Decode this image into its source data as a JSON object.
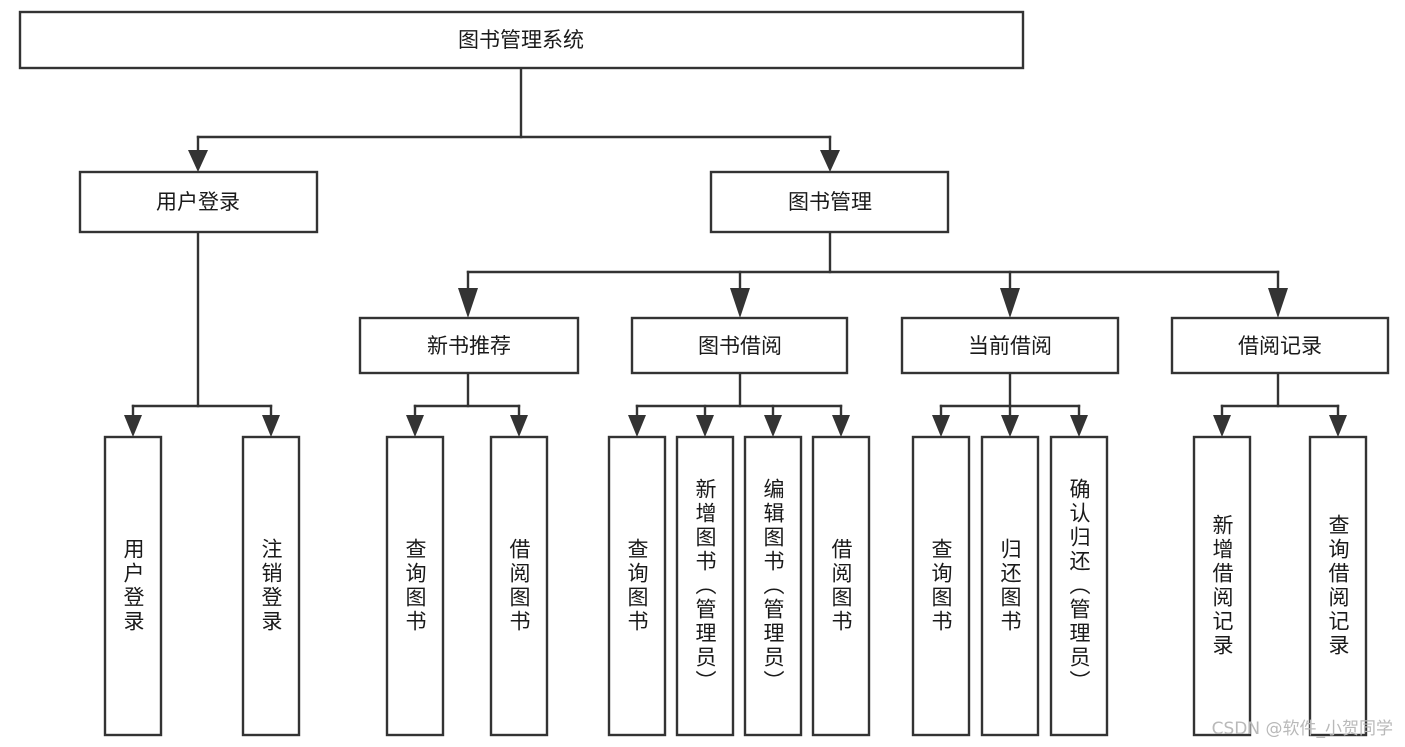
{
  "diagram": {
    "title": "图书管理系统",
    "type": "tree-hierarchy-flowchart",
    "watermark": "CSDN @软件_小贺同学",
    "colors": {
      "box_stroke": "#333333",
      "box_fill": "#ffffff",
      "connector": "#333333",
      "text": "#1a1a1a",
      "background": "#ffffff",
      "watermark": "#b9b9b9"
    },
    "root": {
      "label": "图书管理系统"
    },
    "level2": [
      {
        "label": "用户登录"
      },
      {
        "label": "图书管理"
      }
    ],
    "level3": [
      {
        "label": "新书推荐"
      },
      {
        "label": "图书借阅"
      },
      {
        "label": "当前借阅"
      },
      {
        "label": "借阅记录"
      }
    ],
    "leaves_user_login": [
      {
        "label": "用户登录"
      },
      {
        "label": "注销登录"
      }
    ],
    "leaves_new_book": [
      {
        "label": "查询图书"
      },
      {
        "label": "借阅图书"
      }
    ],
    "leaves_borrow": [
      {
        "label": "查询图书"
      },
      {
        "label": "新增图书（管理员）"
      },
      {
        "label": "编辑图书（管理员）"
      },
      {
        "label": "借阅图书"
      }
    ],
    "leaves_current": [
      {
        "label": "查询图书"
      },
      {
        "label": "归还图书"
      },
      {
        "label": "确认归还（管理员）"
      }
    ],
    "leaves_record": [
      {
        "label": "新增借阅记录"
      },
      {
        "label": "查询借阅记录"
      }
    ]
  }
}
